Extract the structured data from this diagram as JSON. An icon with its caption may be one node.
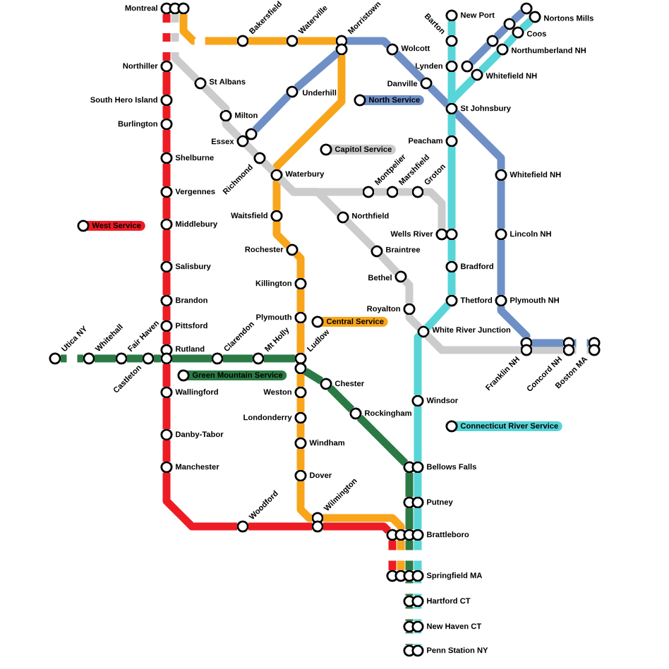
{
  "diagram": {
    "nodes": [
      {
        "text": [
          "Montreal"
        ]
      },
      {
        "text": [
          "Nortons Mills"
        ]
      },
      {
        "text": [
          "New Port"
        ]
      },
      {
        "text": [
          "Bakersfield"
        ]
      },
      {
        "text": [
          "Waterville"
        ]
      },
      {
        "text": [
          "Morristown"
        ]
      },
      {
        "text": [
          "Coos"
        ]
      },
      {
        "text": [
          "Barton"
        ]
      },
      {
        "text": [
          "Wolcott"
        ]
      },
      {
        "text": [
          "Northumberland NH"
        ]
      },
      {
        "text": [
          "Northiller"
        ]
      },
      {
        "text": [
          "Lynden"
        ]
      },
      {
        "text": [
          "Whitefield NH"
        ]
      },
      {
        "text": [
          "St Albans"
        ]
      },
      {
        "text": [
          "Danville"
        ]
      },
      {
        "text": [
          "Underhill"
        ]
      },
      {
        "text": [
          "South Hero Island"
        ]
      },
      {
        "text": [
          "St Johnsbury"
        ]
      },
      {
        "text": [
          "Milton"
        ]
      },
      {
        "text": [
          "Burlington"
        ]
      },
      {
        "text": [
          "Essex"
        ]
      },
      {
        "text": [
          "Peacham"
        ]
      },
      {
        "text": [
          "Shelburne"
        ]
      },
      {
        "text": [
          "Richmond"
        ]
      },
      {
        "text": [
          "Waterbury"
        ]
      },
      {
        "text": [
          "Whitefield NH"
        ]
      },
      {
        "text": [
          "Vergennes"
        ]
      },
      {
        "text": [
          "Montpelier"
        ]
      },
      {
        "text": [
          "Marshfield"
        ]
      },
      {
        "text": [
          "Groton"
        ]
      },
      {
        "text": [
          "Waitsfield"
        ]
      },
      {
        "text": [
          "Northfield"
        ]
      },
      {
        "text": [
          "Middlebury"
        ]
      },
      {
        "text": [
          "Wells River"
        ]
      },
      {
        "text": [
          "Lincoln NH"
        ]
      },
      {
        "text": [
          "Rochester"
        ]
      },
      {
        "text": [
          "Braintree"
        ]
      },
      {
        "text": [
          "Salisbury"
        ]
      },
      {
        "text": [
          "Bradford"
        ]
      },
      {
        "text": [
          "Bethel"
        ]
      },
      {
        "text": [
          "Killington"
        ]
      },
      {
        "text": [
          "Brandon"
        ]
      },
      {
        "text": [
          "Thetford"
        ]
      },
      {
        "text": [
          "Plymouth NH"
        ]
      },
      {
        "text": [
          "Royalton"
        ]
      },
      {
        "text": [
          "Plymouth"
        ]
      },
      {
        "text": [
          "Pittsford"
        ]
      },
      {
        "text": [
          "White River Junction"
        ]
      },
      {
        "text": [
          "Franklin NH"
        ]
      },
      {
        "text": [
          "Concord NH"
        ]
      },
      {
        "text": [
          "Boston MA"
        ]
      },
      {
        "text": [
          "Rutland"
        ]
      },
      {
        "text": [
          "Utica NY"
        ]
      },
      {
        "text": [
          "Whitehall"
        ]
      },
      {
        "text": [
          "Fair Haven"
        ]
      },
      {
        "text": [
          "Castleton"
        ]
      },
      {
        "text": [
          "Clarendon"
        ]
      },
      {
        "text": [
          "Mt Holly"
        ]
      },
      {
        "text": [
          "Ludlow"
        ]
      },
      {
        "text": [
          "Chester"
        ]
      },
      {
        "text": [
          "Weston"
        ]
      },
      {
        "text": [
          "Wallingford"
        ]
      },
      {
        "text": [
          "Windsor"
        ]
      },
      {
        "text": [
          "Rockingham"
        ]
      },
      {
        "text": [
          "Londonderry"
        ]
      },
      {
        "text": [
          "Danby-Tabor"
        ]
      },
      {
        "text": [
          "Windham"
        ]
      },
      {
        "text": [
          "Bellows Falls"
        ]
      },
      {
        "text": [
          "Manchester"
        ]
      },
      {
        "text": [
          "Dover"
        ]
      },
      {
        "text": [
          "Putney"
        ]
      },
      {
        "text": [
          "Wilmington"
        ]
      },
      {
        "text": [
          "Woodford"
        ]
      },
      {
        "text": [
          "Brattleboro"
        ]
      },
      {
        "text": [
          "Springfield MA"
        ]
      },
      {
        "text": [
          "Hartford CT"
        ]
      },
      {
        "text": [
          "New Haven CT"
        ]
      },
      {
        "text": [
          "Penn Station NY"
        ]
      }
    ],
    "edges": [
      {
        "from": 0,
        "to": 10,
        "arrow": "none",
        "color": "#ed1c24",
        "style": "dashed"
      },
      {
        "from": 10,
        "to": 16,
        "arrow": "none",
        "color": "#ed1c24"
      },
      {
        "from": 16,
        "to": 19,
        "arrow": "none",
        "color": "#ed1c24"
      },
      {
        "from": 19,
        "to": 22,
        "arrow": "none",
        "color": "#ed1c24"
      },
      {
        "from": 22,
        "to": 26,
        "arrow": "none",
        "color": "#ed1c24"
      },
      {
        "from": 26,
        "to": 32,
        "arrow": "none",
        "color": "#ed1c24"
      },
      {
        "from": 32,
        "to": 37,
        "arrow": "none",
        "color": "#ed1c24"
      },
      {
        "from": 37,
        "to": 41,
        "arrow": "none",
        "color": "#ed1c24"
      },
      {
        "from": 41,
        "to": 46,
        "arrow": "none",
        "color": "#ed1c24"
      },
      {
        "from": 46,
        "to": 51,
        "arrow": "none",
        "color": "#ed1c24"
      },
      {
        "from": 51,
        "to": 61,
        "arrow": "none",
        "color": "#ed1c24"
      },
      {
        "from": 61,
        "to": 65,
        "arrow": "none",
        "color": "#ed1c24"
      },
      {
        "from": 65,
        "to": 68,
        "arrow": "none",
        "color": "#ed1c24"
      },
      {
        "from": 68,
        "to": 72,
        "arrow": "none",
        "color": "#ed1c24"
      },
      {
        "from": 72,
        "to": 71,
        "arrow": "none",
        "color": "#ed1c24"
      },
      {
        "from": 71,
        "to": 73,
        "arrow": "none",
        "color": "#ed1c24"
      },
      {
        "from": 73,
        "to": 74,
        "arrow": "none",
        "color": "#ed1c24",
        "style": "dashed"
      },
      {
        "from": 0,
        "to": 3,
        "arrow": "none",
        "color": "#f8a51b",
        "style": "dashed"
      },
      {
        "from": 3,
        "to": 4,
        "arrow": "none",
        "color": "#f8a51b"
      },
      {
        "from": 4,
        "to": 5,
        "arrow": "none",
        "color": "#f8a51b"
      },
      {
        "from": 5,
        "to": 24,
        "arrow": "none",
        "color": "#f8a51b"
      },
      {
        "from": 24,
        "to": 30,
        "arrow": "none",
        "color": "#f8a51b"
      },
      {
        "from": 30,
        "to": 35,
        "arrow": "none",
        "color": "#f8a51b"
      },
      {
        "from": 35,
        "to": 40,
        "arrow": "none",
        "color": "#f8a51b"
      },
      {
        "from": 40,
        "to": 45,
        "arrow": "none",
        "color": "#f8a51b"
      },
      {
        "from": 45,
        "to": 58,
        "arrow": "none",
        "color": "#f8a51b"
      },
      {
        "from": 58,
        "to": 60,
        "arrow": "none",
        "color": "#f8a51b"
      },
      {
        "from": 60,
        "to": 64,
        "arrow": "none",
        "color": "#f8a51b"
      },
      {
        "from": 64,
        "to": 66,
        "arrow": "none",
        "color": "#f8a51b"
      },
      {
        "from": 66,
        "to": 69,
        "arrow": "none",
        "color": "#f8a51b"
      },
      {
        "from": 69,
        "to": 71,
        "arrow": "none",
        "color": "#f8a51b"
      },
      {
        "from": 71,
        "to": 73,
        "arrow": "none",
        "color": "#f8a51b"
      },
      {
        "from": 73,
        "to": 74,
        "arrow": "none",
        "color": "#f8a51b",
        "style": "dashed"
      },
      {
        "from": 0,
        "to": 13,
        "arrow": "none",
        "color": "#cccccc",
        "style": "dashed"
      },
      {
        "from": 13,
        "to": 18,
        "arrow": "none",
        "color": "#cccccc"
      },
      {
        "from": 18,
        "to": 20,
        "arrow": "none",
        "color": "#cccccc"
      },
      {
        "from": 20,
        "to": 23,
        "arrow": "none",
        "color": "#cccccc"
      },
      {
        "from": 23,
        "to": 24,
        "arrow": "none",
        "color": "#cccccc"
      },
      {
        "from": 24,
        "to": 27,
        "arrow": "none",
        "color": "#cccccc"
      },
      {
        "from": 27,
        "to": 28,
        "arrow": "none",
        "color": "#cccccc"
      },
      {
        "from": 28,
        "to": 29,
        "arrow": "none",
        "color": "#cccccc"
      },
      {
        "from": 29,
        "to": 33,
        "arrow": "none",
        "color": "#cccccc"
      },
      {
        "from": 24,
        "to": 31,
        "arrow": "none",
        "color": "#cccccc"
      },
      {
        "from": 31,
        "to": 36,
        "arrow": "none",
        "color": "#cccccc"
      },
      {
        "from": 36,
        "to": 39,
        "arrow": "none",
        "color": "#cccccc"
      },
      {
        "from": 39,
        "to": 44,
        "arrow": "none",
        "color": "#cccccc"
      },
      {
        "from": 44,
        "to": 47,
        "arrow": "none",
        "color": "#cccccc"
      },
      {
        "from": 47,
        "to": 48,
        "arrow": "none",
        "color": "#cccccc"
      },
      {
        "from": 48,
        "to": 49,
        "arrow": "none",
        "color": "#cccccc"
      },
      {
        "from": 49,
        "to": 50,
        "arrow": "none",
        "color": "#cccccc",
        "style": "dashed"
      },
      {
        "from": 20,
        "to": 15,
        "arrow": "none",
        "color": "#6f90c6"
      },
      {
        "from": 15,
        "to": 5,
        "arrow": "none",
        "color": "#6f90c6"
      },
      {
        "from": 5,
        "to": 8,
        "arrow": "none",
        "color": "#6f90c6"
      },
      {
        "from": 8,
        "to": 14,
        "arrow": "none",
        "color": "#6f90c6"
      },
      {
        "from": 14,
        "to": 17,
        "arrow": "none",
        "color": "#6f90c6"
      },
      {
        "from": 17,
        "to": 25,
        "arrow": "none",
        "color": "#6f90c6"
      },
      {
        "from": 25,
        "to": 34,
        "arrow": "none",
        "color": "#6f90c6"
      },
      {
        "from": 34,
        "to": 43,
        "arrow": "none",
        "color": "#6f90c6"
      },
      {
        "from": 43,
        "to": 48,
        "arrow": "none",
        "color": "#6f90c6"
      },
      {
        "from": 48,
        "to": 49,
        "arrow": "none",
        "color": "#6f90c6"
      },
      {
        "from": 49,
        "to": 50,
        "arrow": "none",
        "color": "#6f90c6",
        "style": "dashed"
      },
      {
        "from": 12,
        "to": 9,
        "arrow": "none",
        "color": "#6f90c6"
      },
      {
        "from": 9,
        "to": 6,
        "arrow": "none",
        "color": "#6f90c6"
      },
      {
        "from": 6,
        "to": 1,
        "arrow": "none",
        "color": "#6f90c6"
      },
      {
        "from": 2,
        "to": 7,
        "arrow": "none",
        "color": "#57d5d8"
      },
      {
        "from": 7,
        "to": 11,
        "arrow": "none",
        "color": "#57d5d8"
      },
      {
        "from": 11,
        "to": 17,
        "arrow": "none",
        "color": "#57d5d8"
      },
      {
        "from": 17,
        "to": 21,
        "arrow": "none",
        "color": "#57d5d8"
      },
      {
        "from": 21,
        "to": 33,
        "arrow": "none",
        "color": "#57d5d8"
      },
      {
        "from": 33,
        "to": 38,
        "arrow": "none",
        "color": "#57d5d8"
      },
      {
        "from": 38,
        "to": 42,
        "arrow": "none",
        "color": "#57d5d8"
      },
      {
        "from": 42,
        "to": 47,
        "arrow": "none",
        "color": "#57d5d8"
      },
      {
        "from": 47,
        "to": 62,
        "arrow": "none",
        "color": "#57d5d8"
      },
      {
        "from": 62,
        "to": 67,
        "arrow": "none",
        "color": "#57d5d8"
      },
      {
        "from": 67,
        "to": 70,
        "arrow": "none",
        "color": "#57d5d8"
      },
      {
        "from": 70,
        "to": 73,
        "arrow": "none",
        "color": "#57d5d8"
      },
      {
        "from": 73,
        "to": 74,
        "arrow": "none",
        "color": "#57d5d8",
        "style": "dashed"
      },
      {
        "from": 74,
        "to": 75,
        "arrow": "none",
        "color": "#57d5d8",
        "style": "dashed"
      },
      {
        "from": 75,
        "to": 76,
        "arrow": "none",
        "color": "#57d5d8",
        "style": "dashed"
      },
      {
        "from": 76,
        "to": 77,
        "arrow": "none",
        "color": "#57d5d8",
        "style": "dashed"
      },
      {
        "from": 17,
        "to": 12,
        "arrow": "none",
        "color": "#57d5d8"
      },
      {
        "from": 12,
        "to": 9,
        "arrow": "none",
        "color": "#57d5d8"
      },
      {
        "from": 9,
        "to": 6,
        "arrow": "none",
        "color": "#57d5d8"
      },
      {
        "from": 6,
        "to": 1,
        "arrow": "none",
        "color": "#57d5d8"
      },
      {
        "from": 52,
        "to": 53,
        "arrow": "none",
        "color": "#2b7a45",
        "style": "dashed"
      },
      {
        "from": 53,
        "to": 54,
        "arrow": "none",
        "color": "#2b7a45"
      },
      {
        "from": 54,
        "to": 55,
        "arrow": "none",
        "color": "#2b7a45"
      },
      {
        "from": 55,
        "to": 51,
        "arrow": "none",
        "color": "#2b7a45"
      },
      {
        "from": 51,
        "to": 56,
        "arrow": "none",
        "color": "#2b7a45"
      },
      {
        "from": 56,
        "to": 57,
        "arrow": "none",
        "color": "#2b7a45"
      },
      {
        "from": 57,
        "to": 58,
        "arrow": "none",
        "color": "#2b7a45"
      },
      {
        "from": 58,
        "to": 59,
        "arrow": "none",
        "color": "#2b7a45"
      },
      {
        "from": 59,
        "to": 63,
        "arrow": "none",
        "color": "#2b7a45"
      },
      {
        "from": 63,
        "to": 67,
        "arrow": "none",
        "color": "#2b7a45"
      },
      {
        "from": 67,
        "to": 70,
        "arrow": "none",
        "color": "#2b7a45"
      },
      {
        "from": 70,
        "to": 73,
        "arrow": "none",
        "color": "#2b7a45"
      },
      {
        "from": 73,
        "to": 74,
        "arrow": "none",
        "color": "#2b7a45",
        "style": "dashed"
      },
      {
        "from": 74,
        "to": 75,
        "arrow": "none",
        "color": "#2b7a45",
        "style": "dashed"
      },
      {
        "from": 75,
        "to": 76,
        "arrow": "none",
        "color": "#2b7a45",
        "style": "dashed"
      },
      {
        "from": 76,
        "to": 77,
        "arrow": "none",
        "color": "#2b7a45",
        "style": "dashed"
      }
    ],
    "legend": [
      {
        "text": "North Service",
        "color": "#6f90c6"
      },
      {
        "text": "Capitol Service",
        "color": "#cccccc"
      },
      {
        "text": "West Service",
        "color": "#ed1c24"
      },
      {
        "text": "Central Service",
        "color": "#f8a51b"
      },
      {
        "text": "Green Mountain Service",
        "color": "#2b7a45"
      },
      {
        "text": "Connecticut River Service",
        "color": "#57d5d8"
      }
    ]
  }
}
